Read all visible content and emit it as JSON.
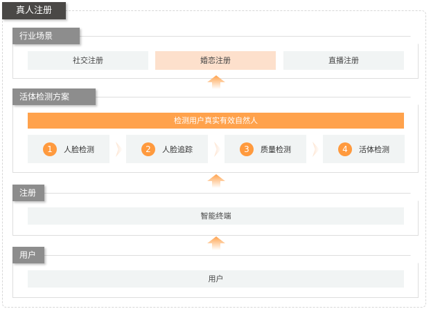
{
  "title": "真人注册",
  "sections": [
    {
      "label": "行业场景",
      "items": [
        "社交注册",
        "婚恋注册",
        "直播注册"
      ]
    },
    {
      "label": "活体检测方案",
      "banner": "检测用户真实有效自然人",
      "steps": [
        {
          "num": "1",
          "label": "人脸检测"
        },
        {
          "num": "2",
          "label": "人脸追踪"
        },
        {
          "num": "3",
          "label": "质量检测"
        },
        {
          "num": "4",
          "label": "活体检测"
        }
      ]
    },
    {
      "label": "注册",
      "items": [
        "智能终端"
      ]
    },
    {
      "label": "用户",
      "items": [
        "用户"
      ]
    }
  ],
  "colors": {
    "accent": "#ffa24c",
    "highlight": "#fde0cc",
    "cell": "#f1f4f4",
    "title": "#4a4846",
    "label": "#8d8d8d"
  }
}
